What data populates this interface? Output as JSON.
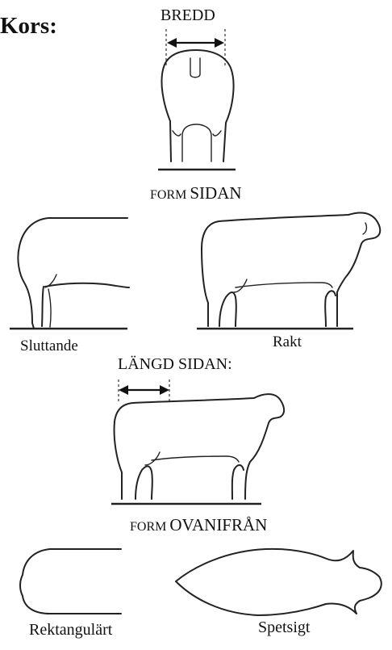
{
  "heading": "Kors:",
  "labels": {
    "bredd": "BREDD",
    "form_sidan_prefix": "FORM",
    "form_sidan_main": "SIDAN",
    "sluttande": "Sluttande",
    "rakt": "Rakt",
    "langd_sidan": "LÄNGD SIDAN:",
    "form_ovan_prefix": "FORM",
    "form_ovan_main": "OVANIFRÅN",
    "rektangulart": "Rektangulärt",
    "spetsigt": "Spetsigt"
  },
  "colors": {
    "ink": "#222222",
    "background": "#ffffff"
  }
}
